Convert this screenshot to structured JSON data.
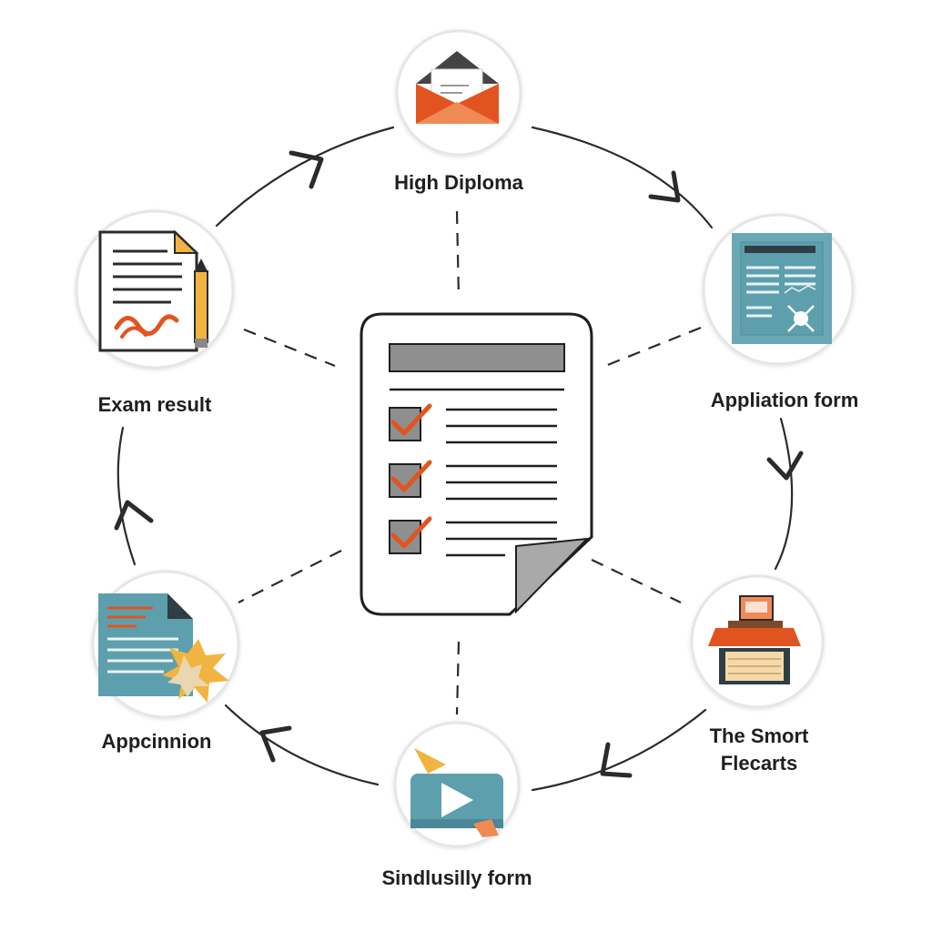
{
  "colors": {
    "orange": "#E2541F",
    "orange_light": "#F08A55",
    "teal": "#5E9FAE",
    "dark": "#2b2b2b",
    "grey": "#8a8a8a",
    "yellow": "#F2B441"
  },
  "nodes": [
    {
      "id": "high-diploma",
      "label": "High Diploma",
      "icon": "envelope-icon"
    },
    {
      "id": "appliation-form",
      "label": "Appliation form",
      "icon": "document-chart-icon"
    },
    {
      "id": "smort-flecarts",
      "label_line1": "The Smort",
      "label_line2": "Flecarts",
      "icon": "desk-books-icon"
    },
    {
      "id": "sindlusilly-form",
      "label": "Sindlusilly form",
      "icon": "video-play-icon"
    },
    {
      "id": "appcinnion",
      "label": "Appcinnion",
      "icon": "document-burst-icon"
    },
    {
      "id": "exam-result",
      "label": "Exam result",
      "icon": "paper-pencil-icon"
    }
  ],
  "center": {
    "icon": "checklist-document-icon",
    "checked_items": 3
  }
}
